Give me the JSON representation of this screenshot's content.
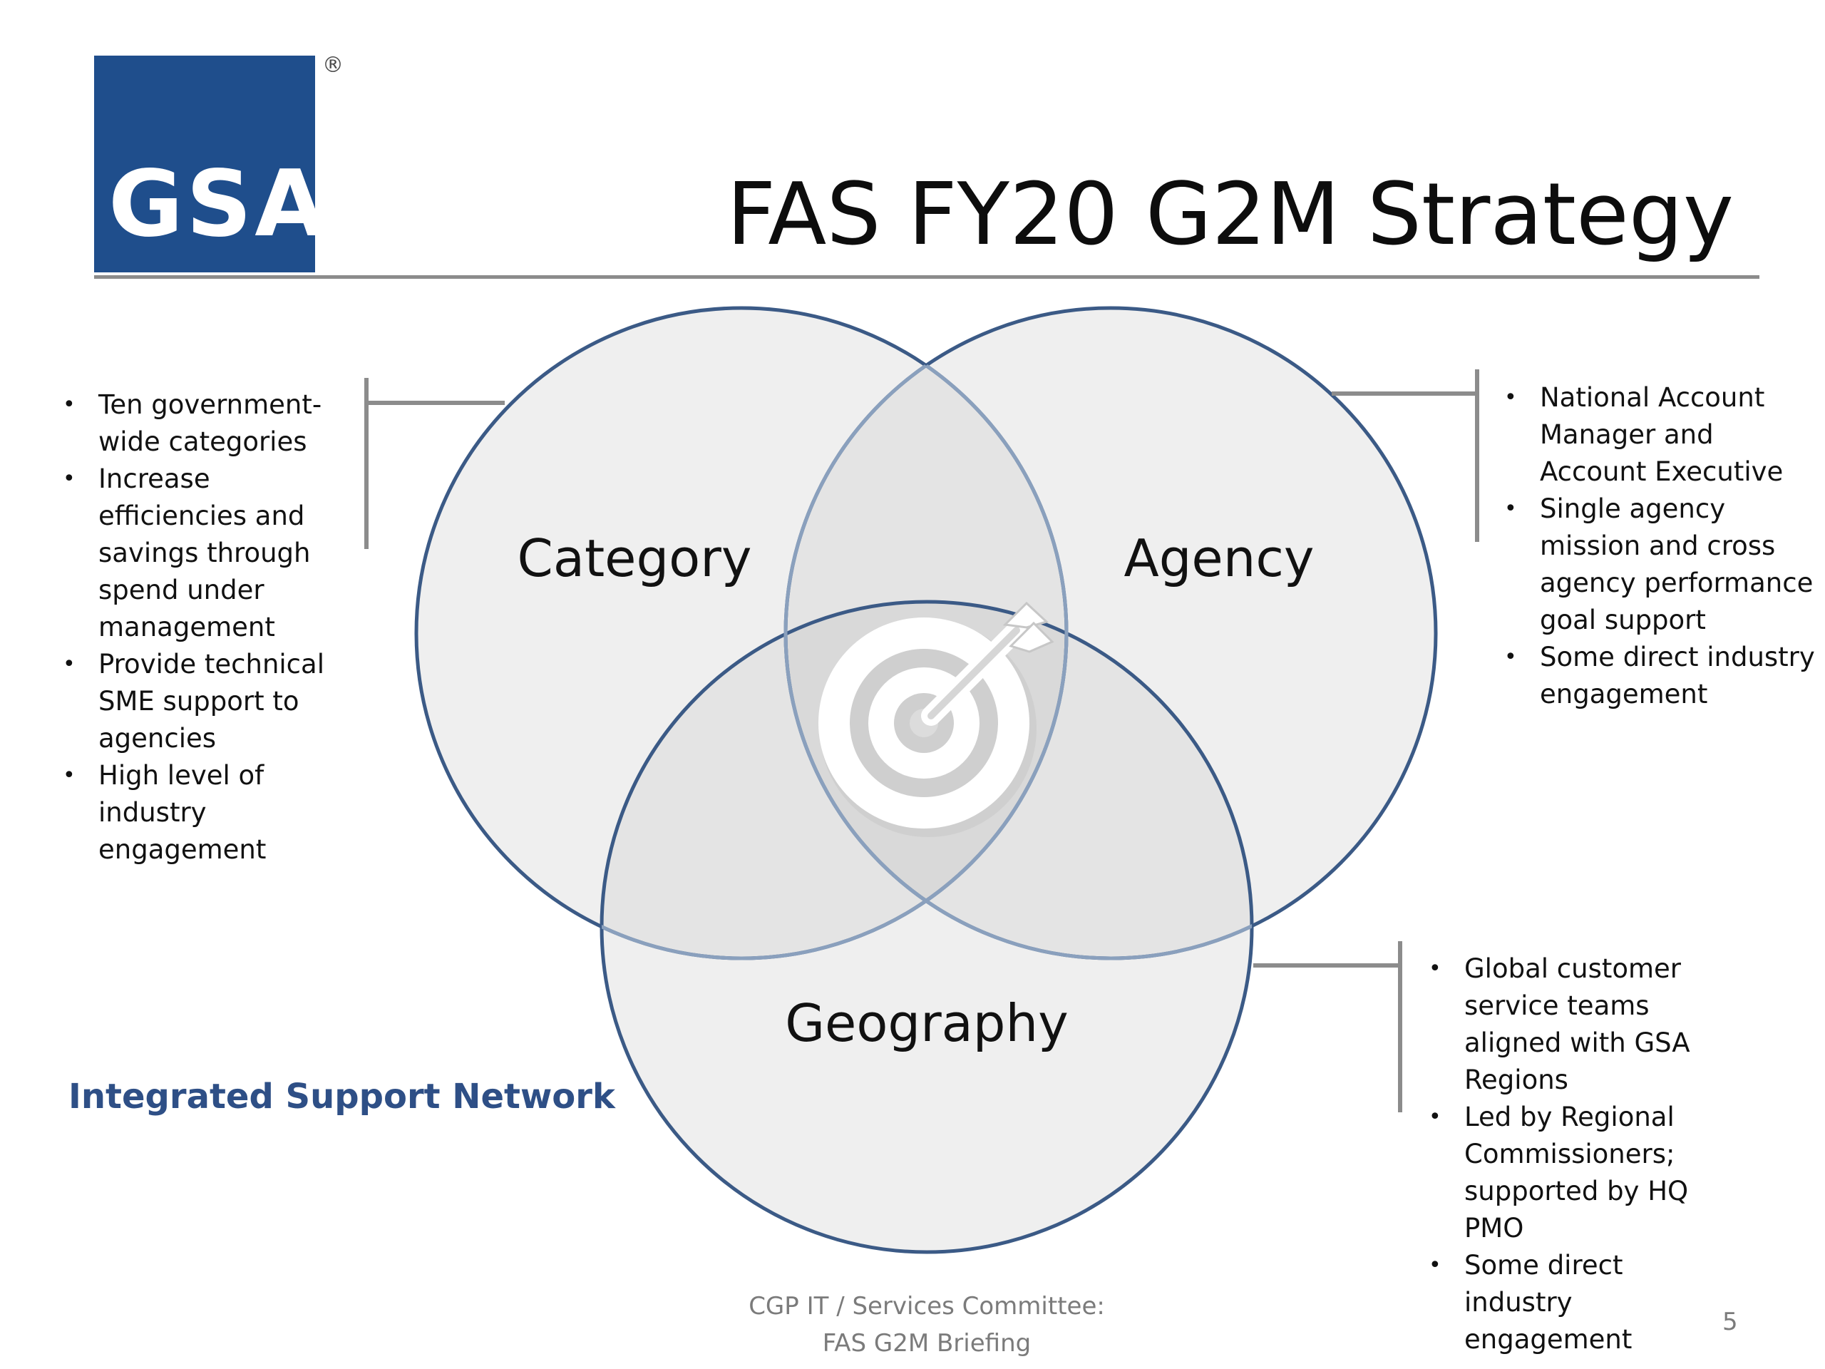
{
  "logo": {
    "text": "GSA",
    "registered_mark": "®"
  },
  "title": "FAS FY20 G2M Strategy",
  "venn": {
    "circles": [
      {
        "label": "Category"
      },
      {
        "label": "Agency"
      },
      {
        "label": "Geography"
      }
    ],
    "center_icon": "target-with-arrow-icon"
  },
  "category_points": [
    "Ten government-wide categories",
    "Increase efficiencies and savings through spend under management",
    "Provide technical SME support to agencies",
    "High level of industry engagement"
  ],
  "agency_points": [
    "National Account Manager and Account Executive",
    "Single agency mission and cross agency performance goal support",
    "Some direct industry engagement"
  ],
  "geography_points": [
    "Global customer service teams aligned with GSA Regions",
    "Led by Regional Commissioners; supported by HQ PMO",
    "Some direct industry engagement"
  ],
  "network_label": "Integrated Support Network",
  "footer": {
    "line1": "CGP IT / Services Committee:",
    "line2": "FAS G2M Briefing"
  },
  "page_number": "5",
  "colors": {
    "brand_blue": "#1f4e8c",
    "circle_stroke": "#3b5a86",
    "circle_fill": "#efefef",
    "overlap_fill": "#e3e3e3",
    "network_label": "#2e4f86",
    "rule": "#8c8c8c"
  }
}
